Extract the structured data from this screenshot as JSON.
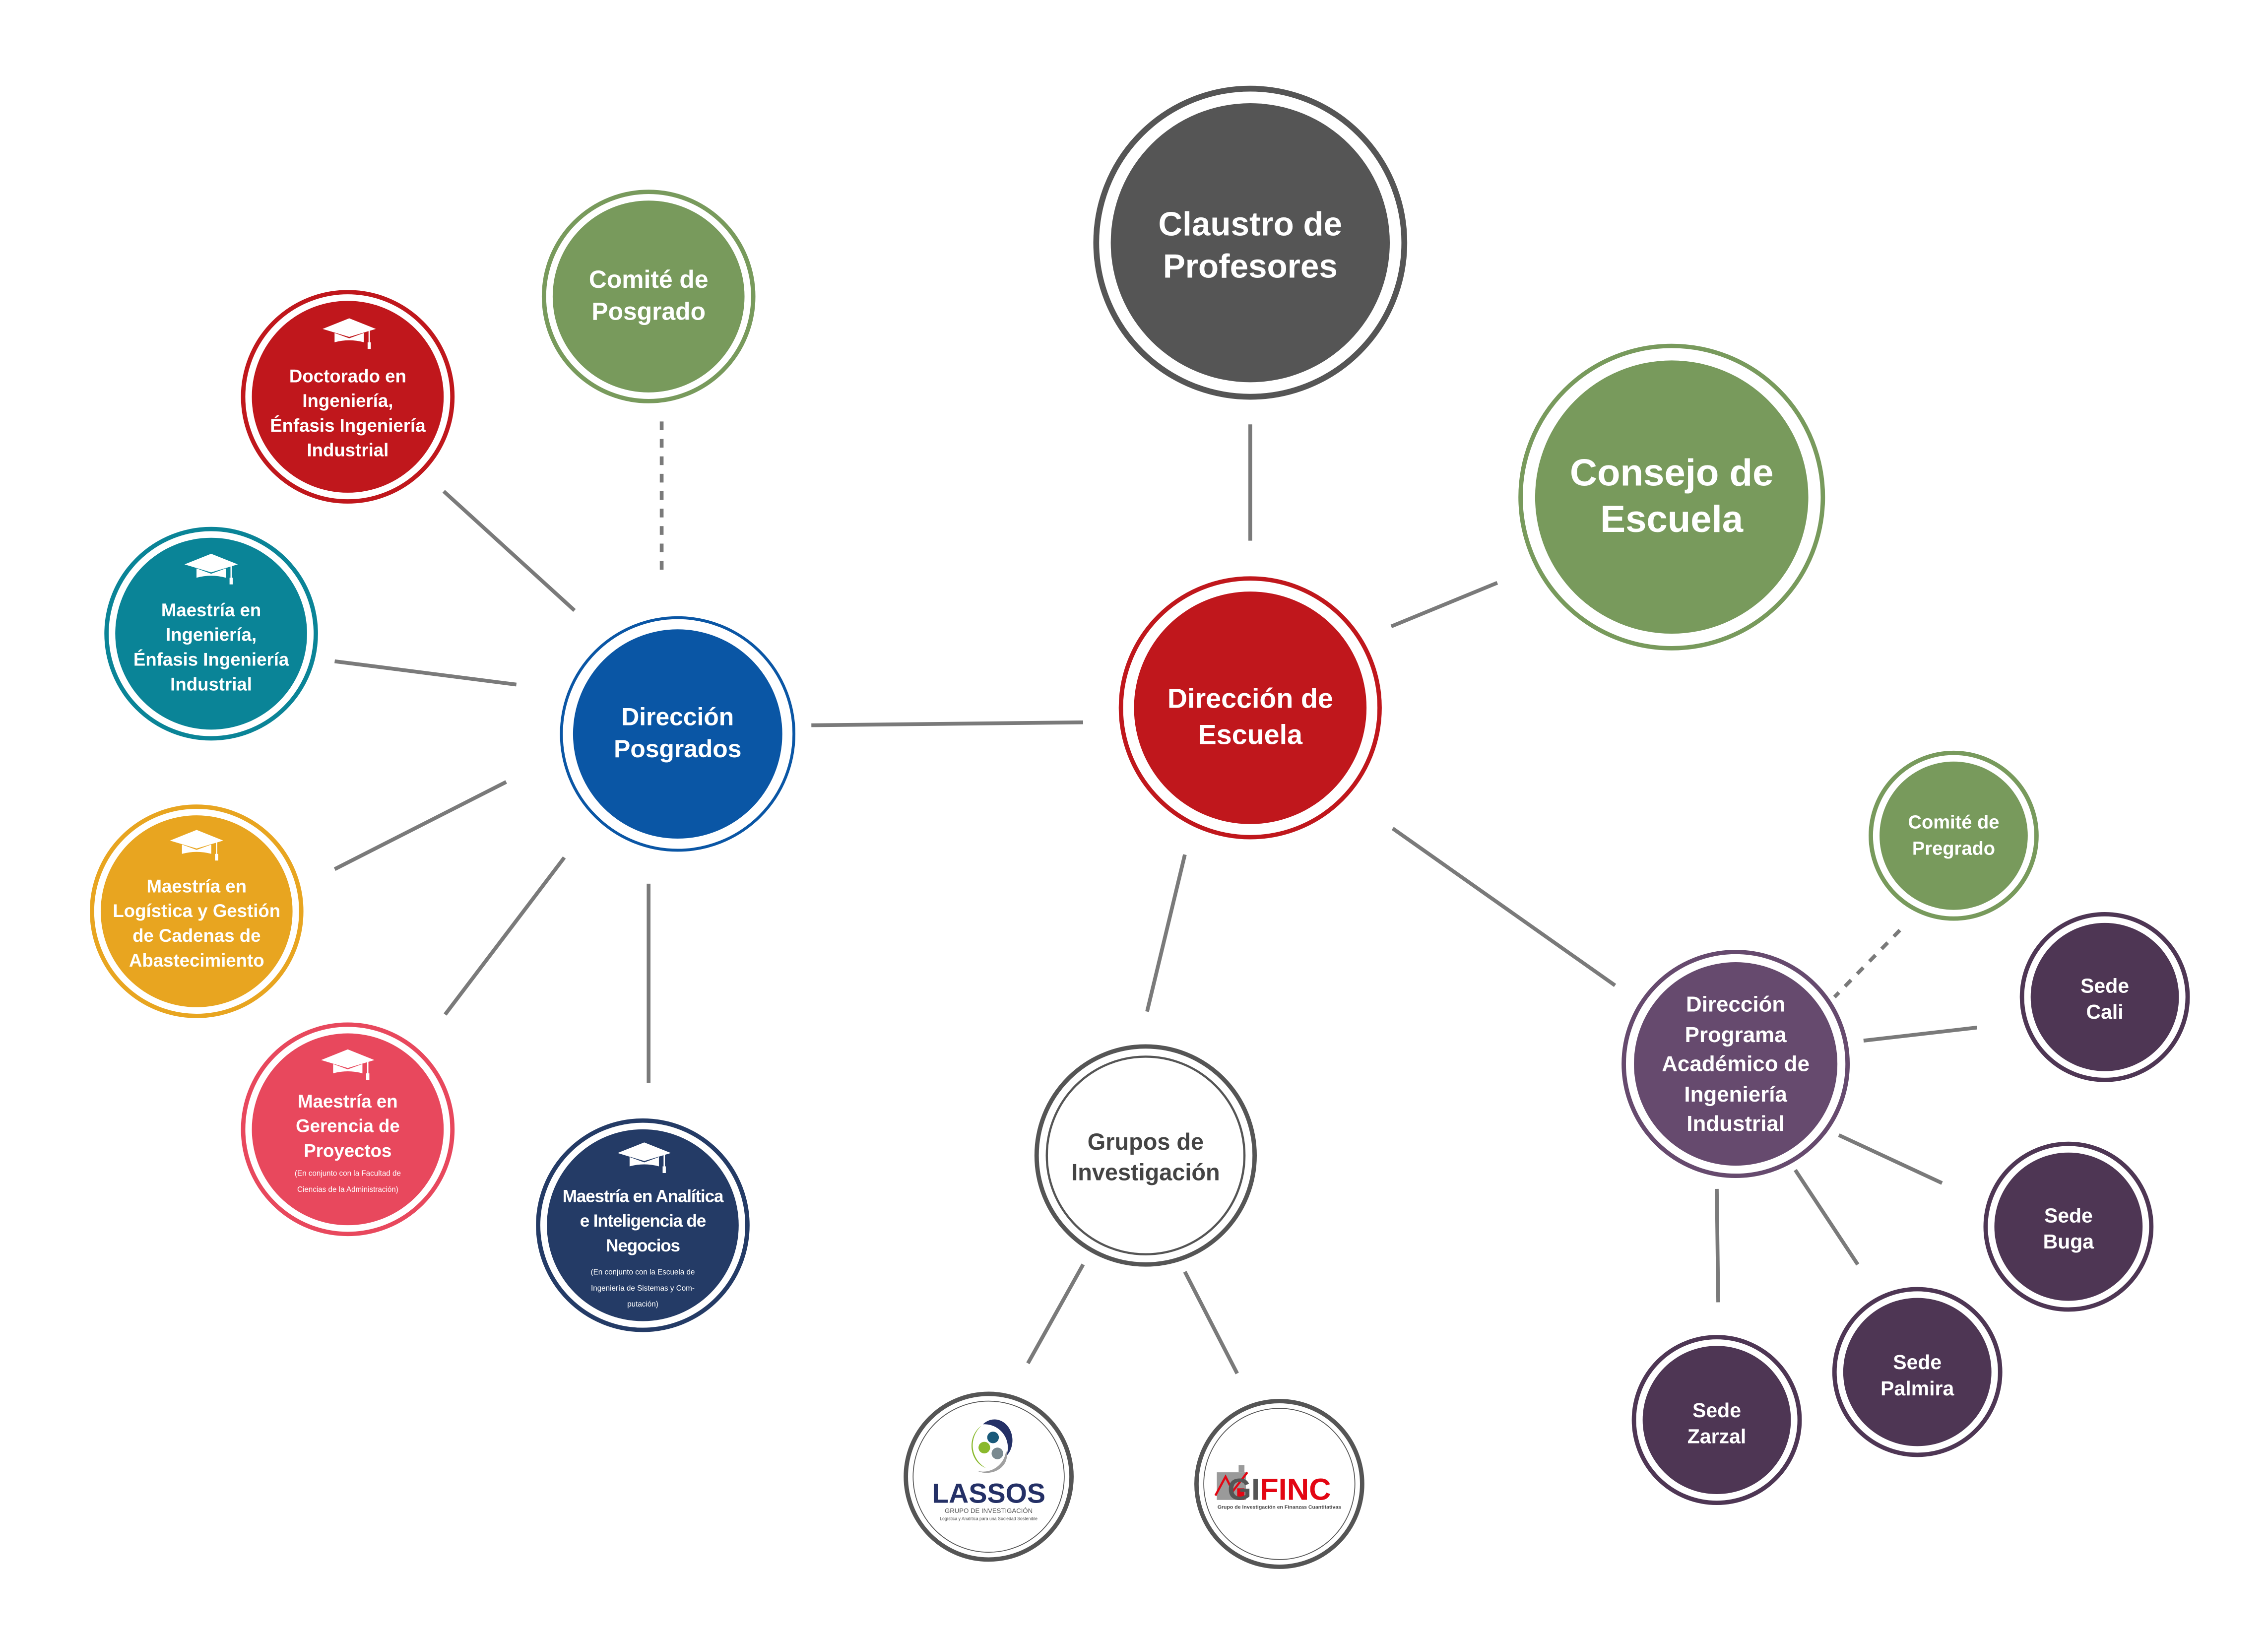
{
  "nodes": {
    "comite_posgrado": [
      "Comité de",
      "Posgrado"
    ],
    "claustro": [
      "Claustro de",
      "Profesores"
    ],
    "consejo": [
      "Consejo de",
      "Escuela"
    ],
    "doctorado": [
      "Doctorado en",
      "Ingeniería,",
      "Énfasis Ingeniería",
      "Industrial"
    ],
    "maestria_ingenieria": [
      "Maestría en",
      "Ingeniería,",
      "Énfasis Ingeniería",
      "Industrial"
    ],
    "maestria_logistica": [
      "Maestría en",
      "Logística y Gestión",
      "de Cadenas de",
      "Abastecimiento"
    ],
    "maestria_gerencia": [
      "Maestría en",
      "Gerencia de",
      "Proyectos"
    ],
    "maestria_gerencia_note": [
      "(En conjunto con la Facultad de",
      "Ciencias de la Administración)"
    ],
    "maestria_analitica": [
      "Maestría en Analítica",
      "e Inteligencia de",
      "Negocios"
    ],
    "maestria_analitica_note": [
      "(En conjunto con la Escuela de",
      "Ingeniería de Sistemas y Com-",
      "putación)"
    ],
    "direccion_posgrados": [
      "Dirección",
      "Posgrados"
    ],
    "direccion_escuela": [
      "Dirección de",
      "Escuela"
    ],
    "grupos": [
      "Grupos de",
      "Investigación"
    ],
    "lassos": {
      "name": "LASSOS",
      "subtitle": "GRUPO DE INVESTIGACIÓN",
      "tagline": "Logística y Analítica para una Sociedad Sostenible"
    },
    "gifinc": {
      "name_gi": "GI",
      "name_finc": "FINC",
      "tagline": "Grupo de Investigación en Finanzas Cuantitativas"
    },
    "comite_pregrado": [
      "Comité de",
      "Pregrado"
    ],
    "direccion_programa": [
      "Dirección",
      "Programa",
      "Académico de",
      "Ingeniería",
      "Industrial"
    ],
    "sede_cali": [
      "Sede",
      "Cali"
    ],
    "sede_buga": [
      "Sede",
      "Buga"
    ],
    "sede_palmira": [
      "Sede",
      "Palmira"
    ],
    "sede_zarzal": [
      "Sede",
      "Zarzal"
    ]
  },
  "colors": {
    "green": "#789a5c",
    "gray": "#555555",
    "red": "#c0171c",
    "teal": "#0a8497",
    "yellow": "#e8a520",
    "pink": "#e8485d",
    "navy": "#243b66",
    "blue": "#0a56a5",
    "purple": "#664a6e",
    "plum": "#4e3654"
  }
}
